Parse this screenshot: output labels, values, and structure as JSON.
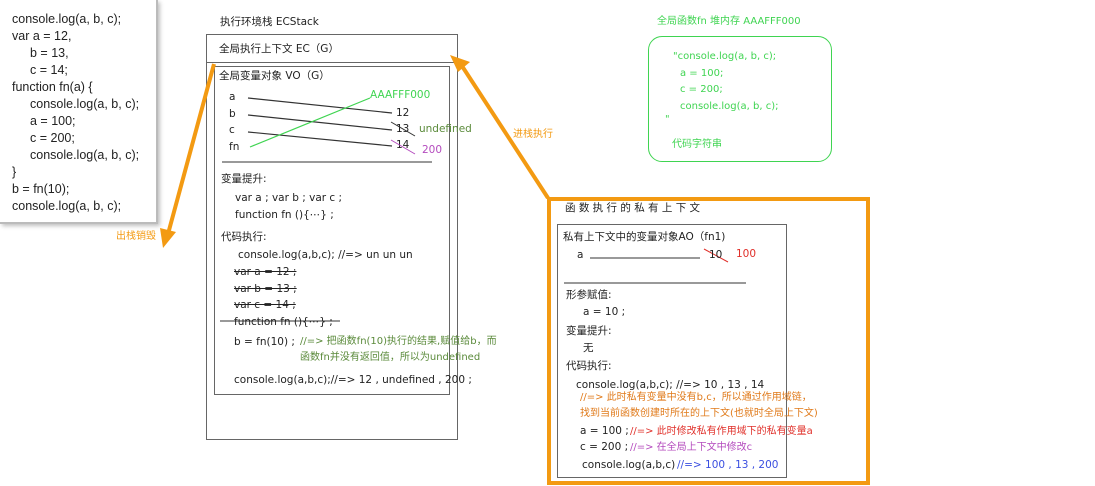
{
  "code": [
    "console.log(a, b, c);",
    "var a = 12,",
    "b = 13,",
    "c = 14;",
    "function fn(a) {",
    "console.log(a, b, c);",
    "a = 100;",
    "c = 200;",
    "console.log(a, b, c);",
    "}",
    "b = fn(10);",
    "console.log(a, b, c);"
  ],
  "ecstack": {
    "title": "执行环境栈 ECStack",
    "global_ec": "全局执行上下文 EC（G）",
    "vo_title": "全局变量对象 VO（G）",
    "vars": [
      "a",
      "b",
      "c",
      "fn"
    ],
    "values": {
      "a": "12",
      "b": "13",
      "b_new": "undefined",
      "c": "14",
      "c_new": "200",
      "fn": "AAAFFF000"
    },
    "hoist_title": "变量提升:",
    "hoist_lines": [
      "var a ; var b ; var c ;",
      "function fn (){⋯} ;"
    ],
    "exec_title": "代码执行:",
    "exec_lines": [
      "console.log(a,b,c); //=> un   un    un",
      "var a = 12 ;",
      "var b = 13 ;",
      "var c = 14 ;",
      "function fn (){⋯} ;"
    ],
    "assign_code": "b = fn(10) ;",
    "assign_comment_1": "//=>  把函数fn(10)执行的结果,赋值给b，而",
    "assign_comment_2": "函数fn并没有返回值，所以为undefined",
    "final_log": "console.log(a,b,c);//=> 12 , undefined , 200 ;"
  },
  "arrows": {
    "push": "进栈执行",
    "pop": "出栈销毁"
  },
  "heap": {
    "title": "全局函数fn  堆内存  AAAFFF000",
    "lines": [
      "\"console.log(a, b, c);",
      "a = 100;",
      "c = 200;",
      "console.log(a, b, c);",
      "\""
    ],
    "footer": "代码字符串"
  },
  "private_ctx": {
    "title": "函 数 执 行 的 私 有 上 下 文",
    "ao_title": "私有上下文中的变量对象AO（fn1)",
    "var_a": "a",
    "a_old": "10",
    "a_new": "100",
    "param_title": "形参赋值:",
    "param_line": "a = 10 ;",
    "hoist_title": "变量提升:",
    "hoist_none": "无",
    "exec_title": "代码执行:",
    "log1": "console.log(a,b,c); //=> 10 , 13 , 14",
    "note1": "//=>   此时私有变量中没有b,c，所以通过作用域链，",
    "note2": "找到当前函数创建时所在的上下文(也就时全局上下文)",
    "a_assign": "a = 100 ;",
    "a_note": "//=> 此时修改私有作用域下的私有变量a",
    "c_assign": "c = 200 ;",
    "c_note": "//=> 在全局上下文中修改c",
    "log2": "console.log(a,b,c)",
    "log2_result": "//=> 100 , 13 , 200"
  },
  "colors": {
    "orange": "#f39a12",
    "green": "#3fd451",
    "purple": "#b44bbe",
    "red": "#e0302a",
    "blue": "#3b4fe0",
    "olive": "#5a8a3a"
  }
}
